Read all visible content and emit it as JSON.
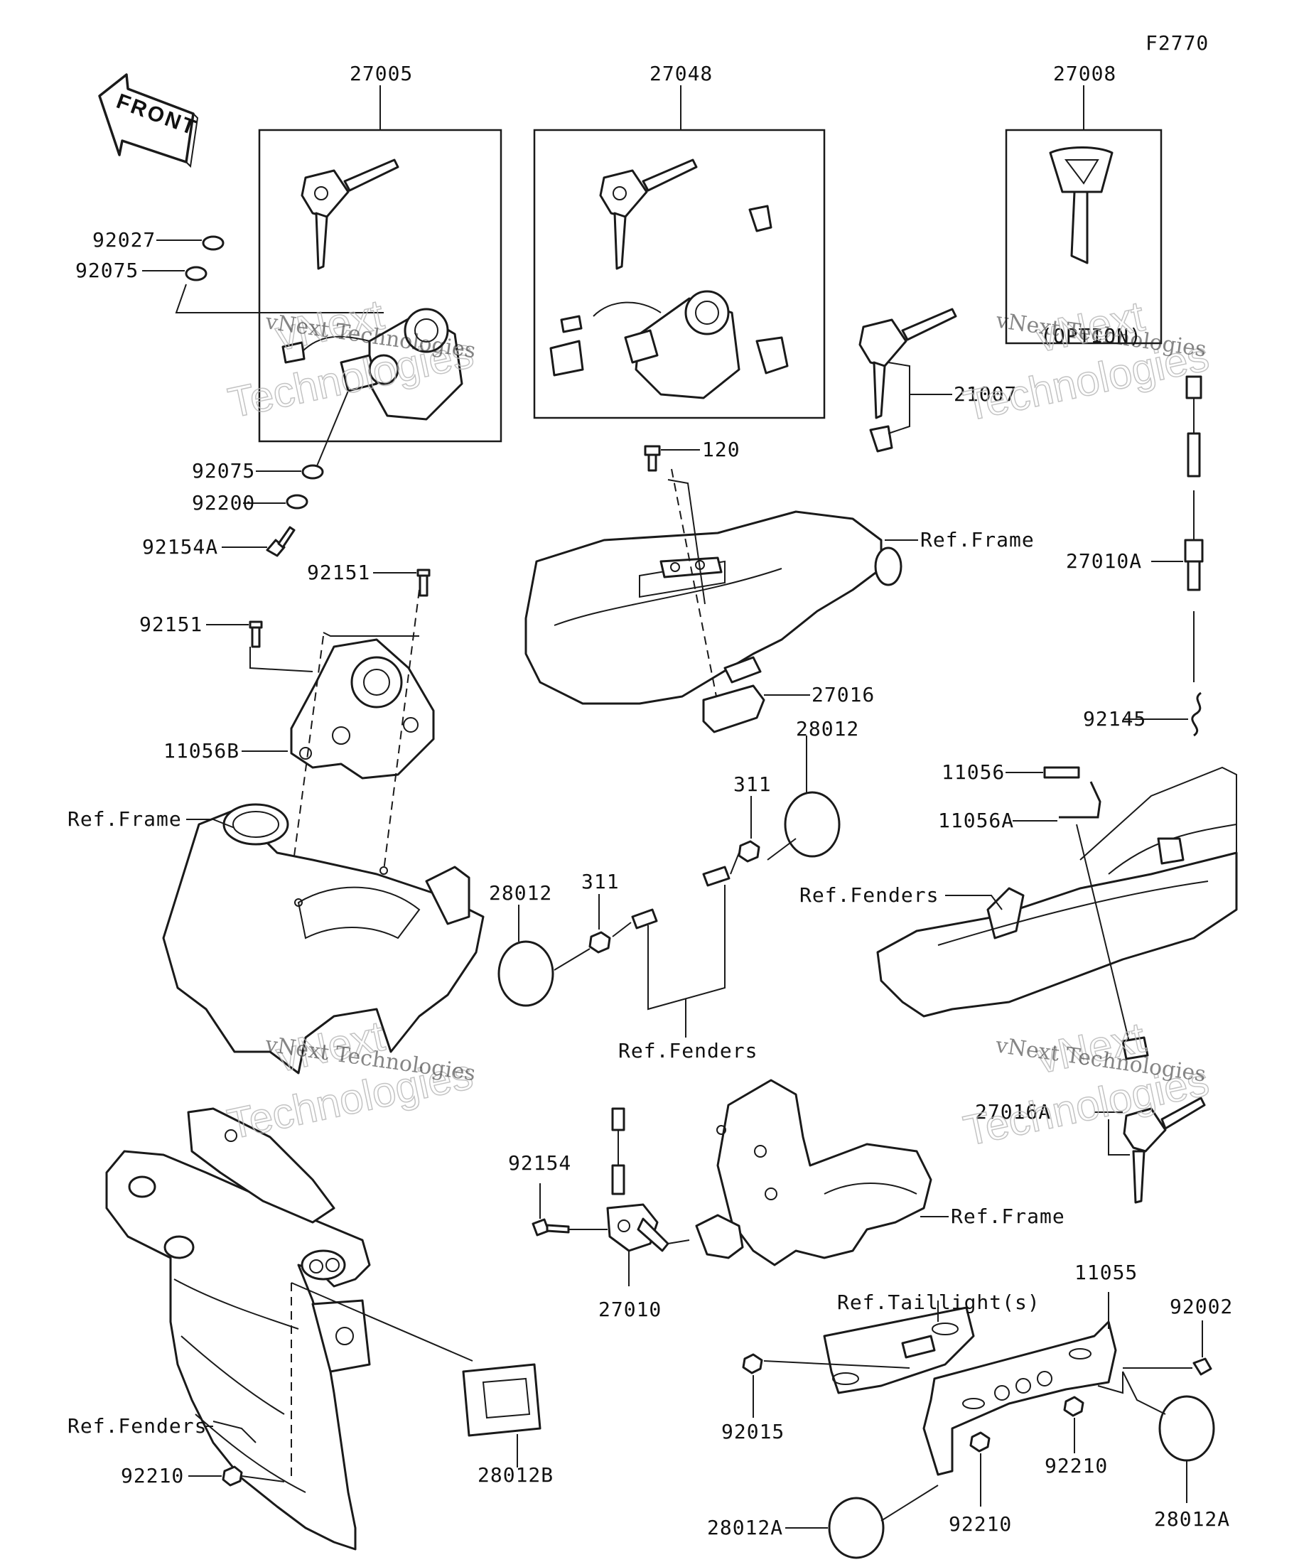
{
  "diagram_id": "F2770",
  "direction_arrow": "FRONT",
  "watermark": {
    "line1": "vNext",
    "line2": "Technologies",
    "caption": "vNext Technologies"
  },
  "labels": {
    "p27005": "27005",
    "p27048": "27048",
    "p27008": "27008",
    "p92027": "92027",
    "p92075_top": "92075",
    "p92075_bottom": "92075",
    "p92200": "92200",
    "p92154A": "92154A",
    "p92151_a": "92151",
    "p92151_b": "92151",
    "p11056B": "11056B",
    "ref_frame_left": "Ref.Frame",
    "p120": "120",
    "ref_frame_center": "Ref.Frame",
    "p27016": "27016",
    "p21007": "21007",
    "option": "(OPTION)",
    "p27010A": "27010A",
    "p92145": "92145",
    "p28012_right": "28012",
    "p311_right": "311",
    "p28012_left": "28012",
    "p311_left": "311",
    "ref_fenders_center": "Ref.Fenders",
    "p11056": "11056",
    "p11056A": "11056A",
    "ref_fenders_right": "Ref.Fenders",
    "p27016A": "27016A",
    "p92154": "92154",
    "p27010": "27010",
    "ref_frame_bottom": "Ref.Frame",
    "ref_fenders_bottom": "Ref.Fenders",
    "p28012B": "28012B",
    "p92210_left": "92210",
    "ref_taillights": "Ref.Taillight(s)",
    "p11055": "11055",
    "p92002": "92002",
    "p92015": "92015",
    "p92210_mid": "92210",
    "p92210_bottom": "92210",
    "p28012A_left": "28012A",
    "p28012A_right": "28012A"
  }
}
